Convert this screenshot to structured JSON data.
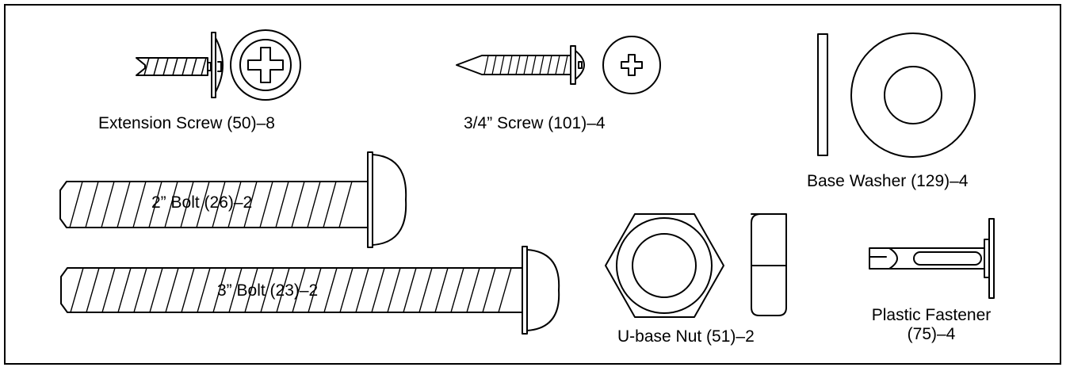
{
  "parts": [
    {
      "id": "extension_screw",
      "label": "Extension Screw (50)–8"
    },
    {
      "id": "three_quarter_screw",
      "label": "3/4” Screw (101)–4"
    },
    {
      "id": "base_washer",
      "label": "Base Washer (129)–4"
    },
    {
      "id": "two_inch_bolt",
      "label": "2” Bolt (26)–2"
    },
    {
      "id": "three_inch_bolt",
      "label": "3” Bolt (23)–2"
    },
    {
      "id": "ubase_nut",
      "label": "U-base Nut (51)–2"
    },
    {
      "id": "plastic_fastener",
      "label_line1": "Plastic Fastener",
      "label_line2": "(75)–4"
    }
  ],
  "colors": {
    "line": "#000000",
    "background": "#ffffff"
  }
}
